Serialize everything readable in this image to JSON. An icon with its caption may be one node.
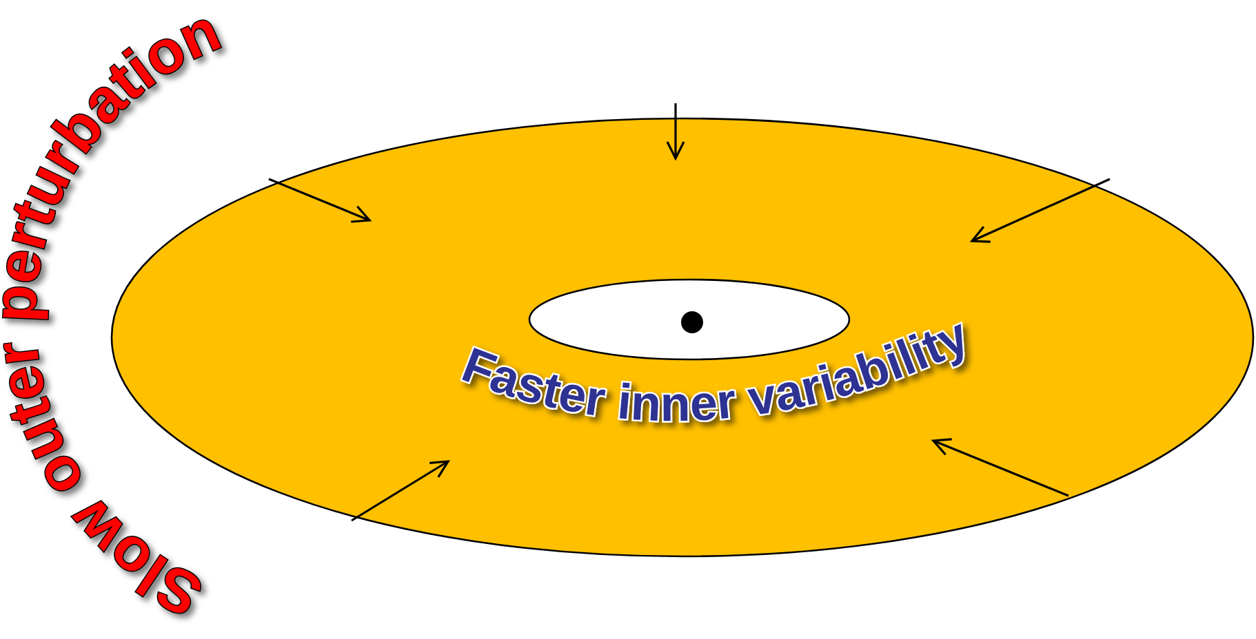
{
  "diagram": {
    "nodes": [
      {
        "text": [
          "Faster inner variability"
        ]
      },
      {
        "text": [],
        "shape": "ellipse",
        "in": 0
      },
      {
        "text": [],
        "shape": "circle",
        "in": 1
      }
    ],
    "edges": [],
    "labels": [
      "Slow outer perturbation"
    ]
  }
}
